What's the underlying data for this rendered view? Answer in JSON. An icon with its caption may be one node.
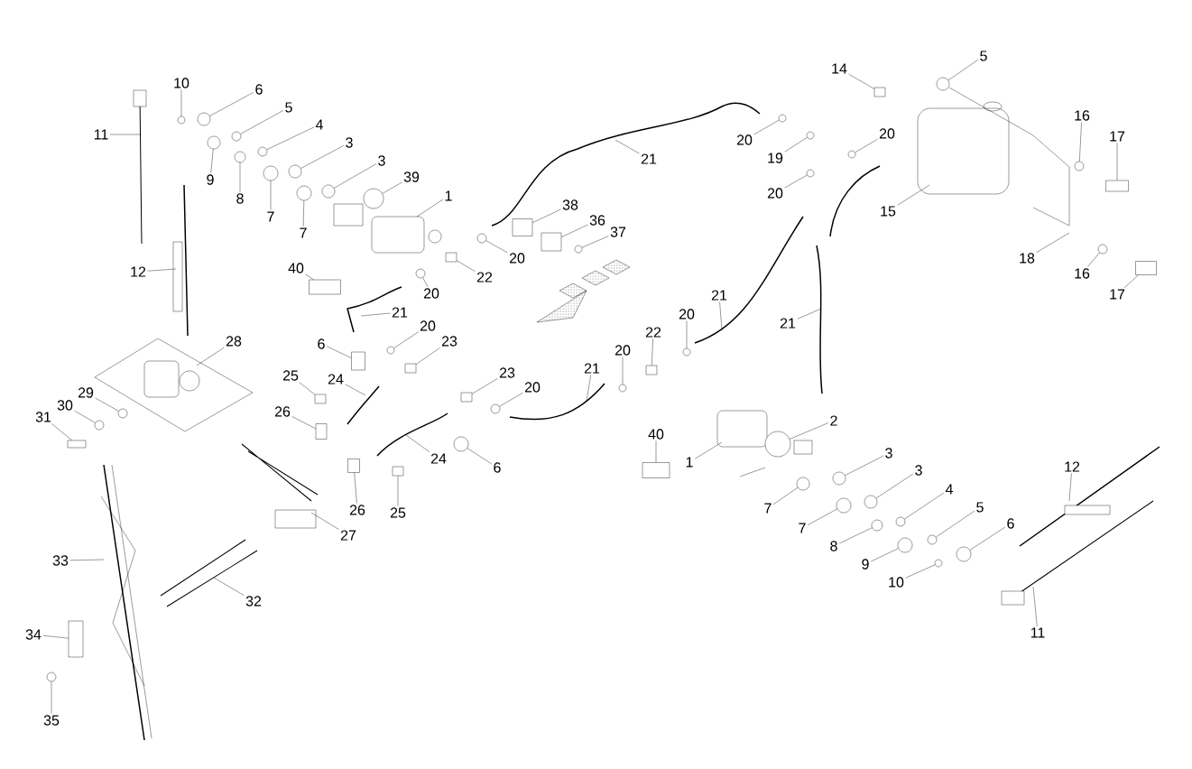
{
  "diagram": {
    "nodes": [
      {
        "text": [
          "10"
        ]
      },
      {
        "text": [
          "6"
        ]
      },
      {
        "text": [
          "11"
        ]
      },
      {
        "text": [
          "5"
        ]
      },
      {
        "text": [
          "4"
        ]
      },
      {
        "text": [
          "9"
        ]
      },
      {
        "text": [
          "8"
        ]
      },
      {
        "text": [
          "3"
        ]
      },
      {
        "text": [
          "3"
        ]
      },
      {
        "text": [
          "39"
        ]
      },
      {
        "text": [
          "7"
        ]
      },
      {
        "text": [
          "7"
        ]
      },
      {
        "text": [
          "1"
        ]
      },
      {
        "text": [
          "12"
        ]
      },
      {
        "text": [
          "40"
        ]
      },
      {
        "text": [
          "21"
        ]
      },
      {
        "text": [
          "20"
        ]
      },
      {
        "text": [
          "22"
        ]
      },
      {
        "text": [
          "38"
        ]
      },
      {
        "text": [
          "36"
        ]
      },
      {
        "text": [
          "37"
        ]
      },
      {
        "text": [
          "20"
        ]
      },
      {
        "text": [
          "21"
        ]
      },
      {
        "text": [
          "20"
        ]
      },
      {
        "text": [
          "19"
        ]
      },
      {
        "text": [
          "20"
        ]
      },
      {
        "text": [
          "20"
        ]
      },
      {
        "text": [
          "14"
        ]
      },
      {
        "text": [
          "5"
        ]
      },
      {
        "text": [
          "16"
        ]
      },
      {
        "text": [
          "17"
        ]
      },
      {
        "text": [
          "15"
        ]
      },
      {
        "text": [
          "18"
        ]
      },
      {
        "text": [
          "16"
        ]
      },
      {
        "text": [
          "17"
        ]
      },
      {
        "text": [
          "28"
        ]
      },
      {
        "text": [
          "6"
        ]
      },
      {
        "text": [
          "20"
        ]
      },
      {
        "text": [
          "23"
        ]
      },
      {
        "text": [
          "21"
        ]
      },
      {
        "text": [
          "20"
        ]
      },
      {
        "text": [
          "22"
        ]
      },
      {
        "text": [
          "20"
        ]
      },
      {
        "text": [
          "21"
        ]
      },
      {
        "text": [
          "31"
        ]
      },
      {
        "text": [
          "30"
        ]
      },
      {
        "text": [
          "29"
        ]
      },
      {
        "text": [
          "25"
        ]
      },
      {
        "text": [
          "24"
        ]
      },
      {
        "text": [
          "23"
        ]
      },
      {
        "text": [
          "21"
        ]
      },
      {
        "text": [
          "20"
        ]
      },
      {
        "text": [
          "26"
        ]
      },
      {
        "text": [
          "24"
        ]
      },
      {
        "text": [
          "6"
        ]
      },
      {
        "text": [
          "40"
        ]
      },
      {
        "text": [
          "1"
        ]
      },
      {
        "text": [
          "2"
        ]
      },
      {
        "text": [
          "26"
        ]
      },
      {
        "text": [
          "25"
        ]
      },
      {
        "text": [
          "27"
        ]
      },
      {
        "text": [
          "3"
        ]
      },
      {
        "text": [
          "3"
        ]
      },
      {
        "text": [
          "7"
        ]
      },
      {
        "text": [
          "7"
        ]
      },
      {
        "text": [
          "4"
        ]
      },
      {
        "text": [
          "8"
        ]
      },
      {
        "text": [
          "5"
        ]
      },
      {
        "text": [
          "6"
        ]
      },
      {
        "text": [
          "9"
        ]
      },
      {
        "text": [
          "10"
        ]
      },
      {
        "text": [
          "12"
        ]
      },
      {
        "text": [
          "11"
        ]
      },
      {
        "text": [
          "33"
        ]
      },
      {
        "text": [
          "32"
        ]
      },
      {
        "text": [
          "34"
        ]
      },
      {
        "text": [
          "35"
        ]
      },
      {
        "text": [],
        "shape": "circle"
      },
      {
        "text": [],
        "shape": "circle"
      },
      {
        "text": [],
        "shape": "circle"
      },
      {
        "text": [],
        "shape": "circle"
      },
      {
        "text": [],
        "shape": "circle"
      },
      {
        "text": [],
        "shape": "circle"
      },
      {
        "text": [],
        "shape": "circle"
      },
      {
        "text": [],
        "shape": "circle"
      },
      {
        "text": [],
        "shape": "circle"
      },
      {
        "text": [],
        "shape": "circle"
      },
      {
        "text": [],
        "shape": "box"
      },
      {
        "text": [],
        "shape": "circle"
      },
      {
        "text": [],
        "shape": "box"
      },
      {
        "text": [],
        "shape": "box"
      },
      {
        "text": [],
        "shape": "box"
      },
      {
        "text": [],
        "shape": "circle"
      },
      {
        "text": [],
        "shape": "circle"
      },
      {
        "text": [],
        "shape": "circle"
      },
      {
        "text": [],
        "shape": "circle"
      },
      {
        "text": [],
        "shape": "circle"
      },
      {
        "text": [],
        "shape": "circle"
      },
      {
        "text": [],
        "shape": "box"
      },
      {
        "text": [],
        "shape": "circle"
      },
      {
        "text": [],
        "shape": "circle"
      },
      {
        "text": [],
        "shape": "box"
      },
      {
        "text": [],
        "shape": "circle"
      },
      {
        "text": [],
        "shape": "box"
      },
      {
        "text": [],
        "shape": "box"
      },
      {
        "text": [],
        "shape": "circle"
      },
      {
        "text": [],
        "shape": "box"
      },
      {
        "text": [],
        "shape": "circle"
      },
      {
        "text": [],
        "shape": "box"
      },
      {
        "text": [],
        "shape": "circle"
      },
      {
        "text": [],
        "shape": "box"
      },
      {
        "text": [],
        "shape": "circle"
      },
      {
        "text": [],
        "shape": "circle"
      },
      {
        "text": [],
        "shape": "box"
      },
      {
        "text": [],
        "shape": "box"
      },
      {
        "text": [],
        "shape": "circle"
      },
      {
        "text": [],
        "shape": "box"
      },
      {
        "text": [],
        "shape": "circle"
      },
      {
        "text": [],
        "shape": "box"
      },
      {
        "text": [],
        "shape": "box"
      },
      {
        "text": [],
        "shape": "box"
      },
      {
        "text": [],
        "shape": "circle"
      },
      {
        "text": [],
        "shape": "circle"
      },
      {
        "text": [],
        "shape": "circle"
      },
      {
        "text": [],
        "shape": "circle"
      },
      {
        "text": [],
        "shape": "circle"
      },
      {
        "text": [],
        "shape": "circle"
      },
      {
        "text": [],
        "shape": "circle"
      },
      {
        "text": [],
        "shape": "circle"
      },
      {
        "text": [],
        "shape": "circle"
      },
      {
        "text": [],
        "shape": "circle"
      },
      {
        "text": [],
        "shape": "box"
      },
      {
        "text": [],
        "shape": "circle"
      },
      {
        "text": [],
        "shape": "circle"
      },
      {
        "text": [],
        "shape": "circle"
      }
    ],
    "edges": [
      {
        "from": 0,
        "to": 77,
        "arrow": "none"
      },
      {
        "from": 1,
        "to": 78,
        "arrow": "none"
      },
      {
        "from": 2,
        "to": null,
        "arrow": "none"
      },
      {
        "from": 3,
        "to": 79,
        "arrow": "none"
      },
      {
        "from": 4,
        "to": 80,
        "arrow": "none"
      },
      {
        "from": 5,
        "to": 81,
        "arrow": "none"
      },
      {
        "from": 6,
        "to": 82,
        "arrow": "none"
      },
      {
        "from": 7,
        "to": 83,
        "arrow": "none"
      },
      {
        "from": 8,
        "to": 84,
        "arrow": "none"
      },
      {
        "from": 9,
        "to": 133,
        "arrow": "none"
      },
      {
        "from": 10,
        "to": 85,
        "arrow": "none"
      },
      {
        "from": 11,
        "to": 86,
        "arrow": "none"
      },
      {
        "from": 12,
        "to": null,
        "arrow": "none"
      },
      {
        "from": 13,
        "to": null,
        "arrow": "none"
      },
      {
        "from": 14,
        "to": 87,
        "arrow": "none"
      },
      {
        "from": 15,
        "to": null,
        "arrow": "none"
      },
      {
        "from": 16,
        "to": 88,
        "arrow": "none"
      },
      {
        "from": 17,
        "to": 89,
        "arrow": "none"
      },
      {
        "from": 18,
        "to": 90,
        "arrow": "none"
      },
      {
        "from": 19,
        "to": 91,
        "arrow": "none"
      },
      {
        "from": 20,
        "to": 92,
        "arrow": "none"
      },
      {
        "from": 21,
        "to": 93,
        "arrow": "none"
      },
      {
        "from": 22,
        "to": null,
        "arrow": "none"
      },
      {
        "from": 23,
        "to": 94,
        "arrow": "none"
      },
      {
        "from": 24,
        "to": 95,
        "arrow": "none"
      },
      {
        "from": 25,
        "to": 96,
        "arrow": "none"
      },
      {
        "from": 26,
        "to": 97,
        "arrow": "none"
      },
      {
        "from": 27,
        "to": 98,
        "arrow": "none"
      },
      {
        "from": 28,
        "to": 99,
        "arrow": "none"
      },
      {
        "from": 29,
        "to": 100,
        "arrow": "none"
      },
      {
        "from": 30,
        "to": 101,
        "arrow": "none"
      },
      {
        "from": 31,
        "to": null,
        "arrow": "none"
      },
      {
        "from": 32,
        "to": null,
        "arrow": "none"
      },
      {
        "from": 33,
        "to": 102,
        "arrow": "none"
      },
      {
        "from": 34,
        "to": 103,
        "arrow": "none"
      },
      {
        "from": 35,
        "to": null,
        "arrow": "none"
      },
      {
        "from": 36,
        "to": 104,
        "arrow": "none"
      },
      {
        "from": 37,
        "to": 105,
        "arrow": "none"
      },
      {
        "from": 38,
        "to": 106,
        "arrow": "none"
      },
      {
        "from": 39,
        "to": null,
        "arrow": "none"
      },
      {
        "from": 40,
        "to": 107,
        "arrow": "none"
      },
      {
        "from": 41,
        "to": 108,
        "arrow": "none"
      },
      {
        "from": 42,
        "to": 109,
        "arrow": "none"
      },
      {
        "from": 43,
        "to": null,
        "arrow": "none"
      },
      {
        "from": 44,
        "to": 110,
        "arrow": "none"
      },
      {
        "from": 45,
        "to": 111,
        "arrow": "none"
      },
      {
        "from": 46,
        "to": 112,
        "arrow": "none"
      },
      {
        "from": 47,
        "to": 113,
        "arrow": "none"
      },
      {
        "from": 48,
        "to": null,
        "arrow": "none"
      },
      {
        "from": 49,
        "to": 114,
        "arrow": "none"
      },
      {
        "from": 50,
        "to": null,
        "arrow": "none"
      },
      {
        "from": 51,
        "to": 115,
        "arrow": "none"
      },
      {
        "from": 52,
        "to": 116,
        "arrow": "none"
      },
      {
        "from": 53,
        "to": null,
        "arrow": "none"
      },
      {
        "from": 54,
        "to": 117,
        "arrow": "none"
      },
      {
        "from": 55,
        "to": 118,
        "arrow": "none"
      },
      {
        "from": 56,
        "to": null,
        "arrow": "none"
      },
      {
        "from": 57,
        "to": 134,
        "arrow": "none"
      },
      {
        "from": 58,
        "to": 119,
        "arrow": "none"
      },
      {
        "from": 59,
        "to": 120,
        "arrow": "none"
      },
      {
        "from": 60,
        "to": null,
        "arrow": "none"
      },
      {
        "from": 61,
        "to": 121,
        "arrow": "none"
      },
      {
        "from": 62,
        "to": 122,
        "arrow": "none"
      },
      {
        "from": 63,
        "to": 123,
        "arrow": "none"
      },
      {
        "from": 64,
        "to": 124,
        "arrow": "none"
      },
      {
        "from": 65,
        "to": 125,
        "arrow": "none"
      },
      {
        "from": 66,
        "to": 126,
        "arrow": "none"
      },
      {
        "from": 67,
        "to": 127,
        "arrow": "none"
      },
      {
        "from": 68,
        "to": 128,
        "arrow": "none"
      },
      {
        "from": 69,
        "to": 129,
        "arrow": "none"
      },
      {
        "from": 70,
        "to": 130,
        "arrow": "none"
      },
      {
        "from": 71,
        "to": null,
        "arrow": "none"
      },
      {
        "from": 72,
        "to": null,
        "arrow": "none"
      },
      {
        "from": 73,
        "to": null,
        "arrow": "none"
      },
      {
        "from": 74,
        "to": null,
        "arrow": "none"
      },
      {
        "from": 75,
        "to": 131,
        "arrow": "none"
      },
      {
        "from": 76,
        "to": 132,
        "arrow": "none"
      }
    ]
  }
}
